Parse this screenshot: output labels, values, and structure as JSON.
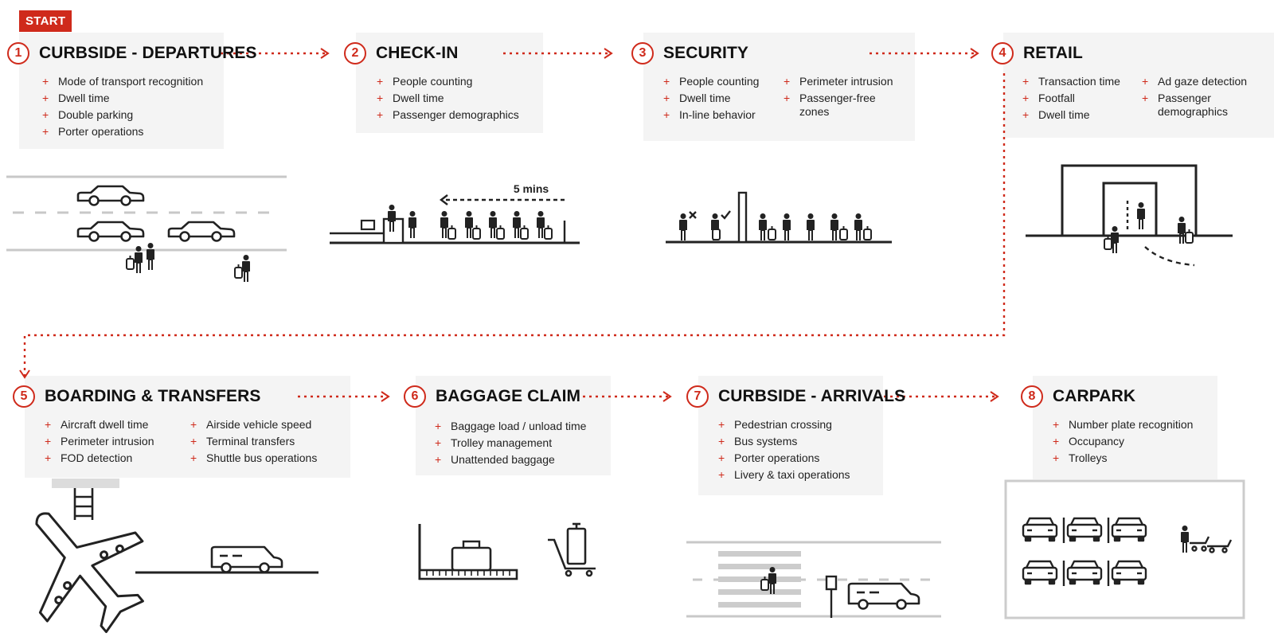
{
  "start_label": "START",
  "time_label": "5 mins",
  "stages": [
    {
      "number": "1",
      "title": "CURBSIDE - DEPARTURES",
      "items": [
        "Mode of transport recognition",
        "Dwell time",
        "Double parking",
        "Porter operations"
      ]
    },
    {
      "number": "2",
      "title": "CHECK-IN",
      "items": [
        "People counting",
        "Dwell time",
        "Passenger demographics"
      ]
    },
    {
      "number": "3",
      "title": "SECURITY",
      "items": [
        "People counting",
        "Dwell time",
        "In-line behavior",
        "Perimeter intrusion",
        "Passenger-free zones"
      ]
    },
    {
      "number": "4",
      "title": "RETAIL",
      "items": [
        "Transaction time",
        "Footfall",
        "Dwell time",
        "Ad gaze detection",
        "Passenger demographics"
      ]
    },
    {
      "number": "5",
      "title": "BOARDING & TRANSFERS",
      "items": [
        "Aircraft dwell time",
        "Perimeter intrusion",
        "FOD detection",
        "Airside vehicle speed",
        "Terminal transfers",
        "Shuttle bus operations"
      ]
    },
    {
      "number": "6",
      "title": "BAGGAGE CLAIM",
      "items": [
        "Baggage load / unload time",
        "Trolley management",
        "Unattended baggage"
      ]
    },
    {
      "number": "7",
      "title": "CURBSIDE - ARRIVALS",
      "items": [
        "Pedestrian crossing",
        "Bus systems",
        "Porter operations",
        "Livery & taxi operations"
      ]
    },
    {
      "number": "8",
      "title": "CARPARK",
      "items": [
        "Number plate recognition",
        "Occupancy",
        "Trolleys"
      ]
    }
  ],
  "colors": {
    "accent": "#cf2a1b",
    "card": "#f4f4f4",
    "ink": "#222222",
    "road": "#c8c8c8"
  }
}
